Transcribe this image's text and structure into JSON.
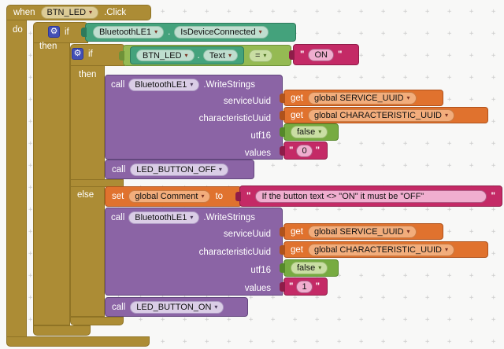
{
  "app": "MIT App Inventor Blocks Editor",
  "palette": {
    "control_gold": "#ac8c35",
    "component_teal": "#44a27c",
    "logic_green": "#77ab41",
    "text_magenta": "#c42a66",
    "method_purple": "#8b64a5",
    "variable_orange": "#e0722e",
    "mutator_blue": "#4350b5",
    "canvas_bg": "#f8f8f7",
    "grid_color": "#cccccc"
  },
  "icons": {
    "gear": "⚙",
    "dropdown_arrow": "▾"
  },
  "canvas": {
    "grid_mark": "+"
  },
  "when_block": {
    "keyword": "when",
    "component": "BTN_LED",
    "event": ".Click",
    "do_label": "do"
  },
  "outer_if": {
    "if_label": "if",
    "then_label": "then"
  },
  "is_connected": {
    "component": "BluetoothLE1",
    "dot": ".",
    "property": "IsDeviceConnected"
  },
  "inner_if": {
    "if_label": "if",
    "then_label": "then",
    "else_label": "else"
  },
  "text_getter": {
    "component": "BTN_LED",
    "dot": ".",
    "property": "Text"
  },
  "equals": {
    "op": "="
  },
  "on_string": {
    "q": "\"",
    "value": "ON"
  },
  "write_strings": {
    "call_label": "call",
    "component": "BluetoothLE1",
    "method": ".WriteStrings",
    "param_service": "serviceUuid",
    "param_char": "characteristicUuid",
    "param_utf16": "utf16",
    "param_values": "values"
  },
  "get_service": {
    "get_label": "get",
    "variable": "global SERVICE_UUID"
  },
  "get_char": {
    "get_label": "get",
    "variable": "global CHARACTERISTIC_UUID"
  },
  "utf16_false": {
    "value": "false"
  },
  "values_zero": {
    "q": "\"",
    "value": "0"
  },
  "values_one": {
    "q": "\"",
    "value": "1"
  },
  "call_led_off": {
    "call_label": "call",
    "procedure": "LED_BUTTON_OFF"
  },
  "call_led_on": {
    "call_label": "call",
    "procedure": "LED_BUTTON_ON"
  },
  "set_comment": {
    "set_label": "set",
    "variable": "global Comment",
    "to_label": "to"
  },
  "comment_string": {
    "q": "\"",
    "value": "If the button text <> \"ON\" it must be \"OFF\""
  }
}
